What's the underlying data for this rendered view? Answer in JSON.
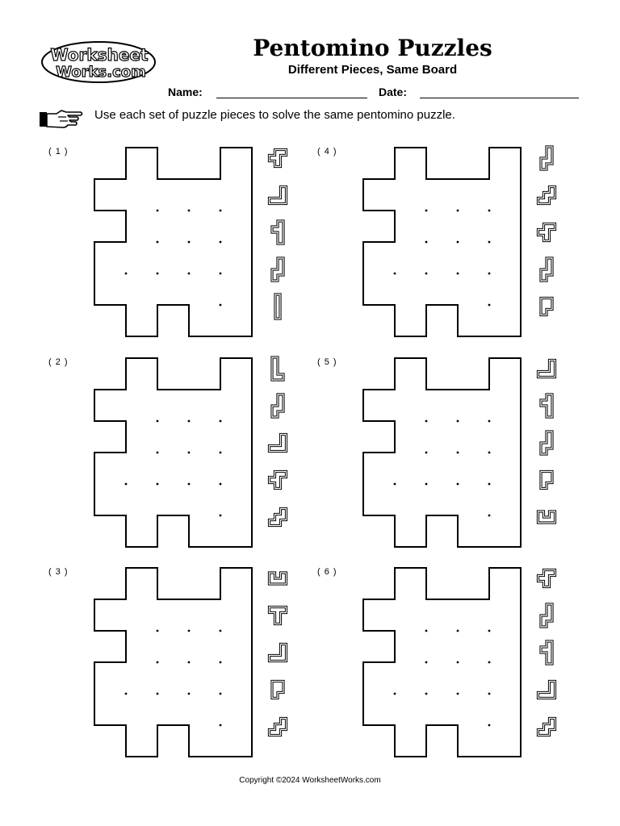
{
  "header": {
    "logo_line1": "Worksheet",
    "logo_line2": "Works.com",
    "title": "Pentomino Puzzles",
    "subtitle": "Different Pieces, Same Board",
    "name_label": "Name:",
    "date_label": "Date:"
  },
  "instructions": {
    "icon": "pointing-hand-icon",
    "text": "Use each set of puzzle pieces to solve the same pentomino puzzle."
  },
  "puzzles": [
    {
      "label": "( 1 )",
      "pieces": [
        "F",
        "V",
        "Y",
        "N",
        "I"
      ]
    },
    {
      "label": "( 2 )",
      "pieces": [
        "L",
        "N",
        "V",
        "F",
        "W"
      ]
    },
    {
      "label": "( 3 )",
      "pieces": [
        "U",
        "T",
        "V",
        "P",
        "W"
      ]
    },
    {
      "label": "( 4 )",
      "pieces": [
        "N",
        "W",
        "F",
        "N",
        "P"
      ]
    },
    {
      "label": "( 5 )",
      "pieces": [
        "V",
        "Y",
        "N",
        "P",
        "U"
      ]
    },
    {
      "label": "( 6 )",
      "pieces": [
        "F",
        "N",
        "Y",
        "V",
        "W"
      ]
    }
  ],
  "footer": {
    "copyright": "Copyright ©2024 WorksheetWorks.com"
  }
}
